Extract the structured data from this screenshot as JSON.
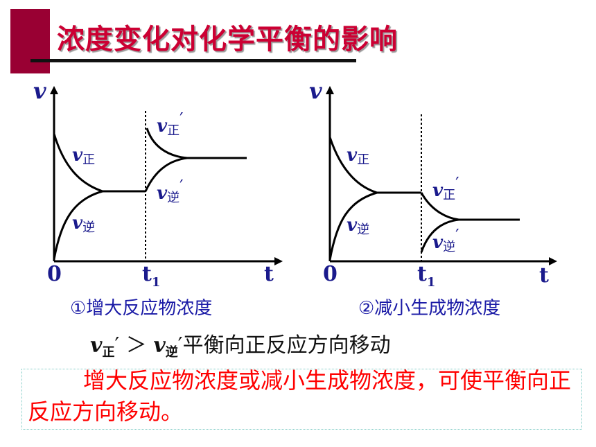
{
  "page": {
    "title": "浓度变化对化学平衡的影响",
    "accent_color": "#990033",
    "title_color": "#cc0033",
    "caption_color": "#1a1aa6",
    "note_color": "#ff0000"
  },
  "diagrams": [
    {
      "axis_y": "v",
      "axis_x": "t",
      "origin": "0",
      "time_mark": "t",
      "time_mark_sub": "1",
      "label_fwd": "v",
      "label_fwd_sub": "正",
      "label_rev": "v",
      "label_rev_sub": "逆",
      "label_fwd2": "v",
      "label_fwd2_sub": "正",
      "label_rev2": "v",
      "label_rev2_sub": "逆",
      "prime": "′",
      "caption": "①增大反应物浓度"
    },
    {
      "axis_y": "v",
      "axis_x": "t",
      "origin": "0",
      "time_mark": "t",
      "time_mark_sub": "1",
      "label_fwd": "v",
      "label_fwd_sub": "正",
      "label_rev": "v",
      "label_rev_sub": "逆",
      "label_fwd2": "v",
      "label_fwd2_sub": "正",
      "label_rev2": "v",
      "label_rev2_sub": "逆",
      "prime": "′",
      "caption": "②减小生成物浓度"
    }
  ],
  "conclusion": {
    "v1": "v",
    "v1_sub": "正",
    "prime1": "′",
    "gt": "＞",
    "v2": "v",
    "v2_sub": "逆",
    "prime2": "′",
    "text": "平衡向正反应方向移动"
  },
  "note": "增大反应物浓度或减小生成物浓度，可使平衡向正反应方向移动。"
}
